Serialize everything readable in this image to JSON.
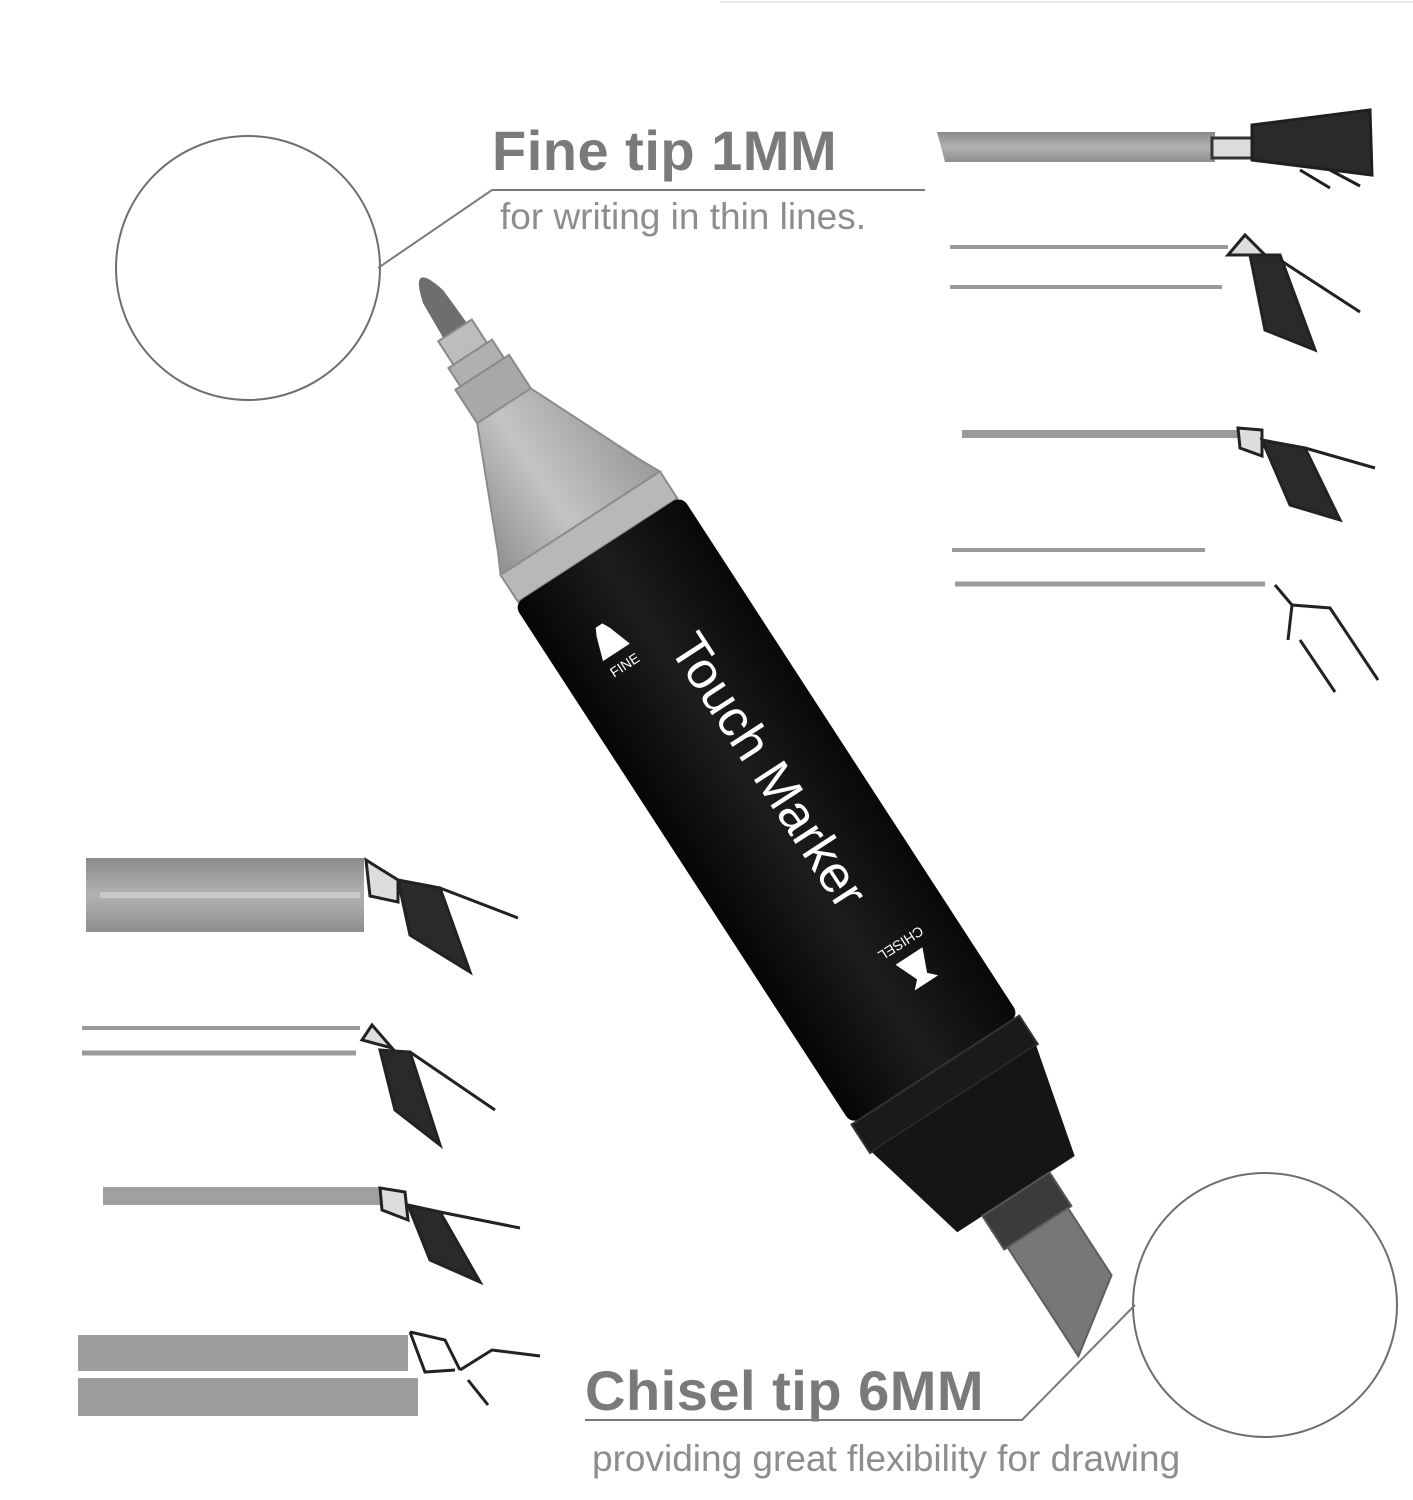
{
  "fine_tip": {
    "title": "Fine tip 1MM",
    "subtitle": "for writing in thin lines."
  },
  "chisel_tip": {
    "title": "Chisel tip 6MM",
    "subtitle": "providing great flexibility for drawing"
  },
  "marker": {
    "brand": "Touch Marker",
    "fine_badge": "FINE",
    "chisel_badge": "CHISEL"
  },
  "colors": {
    "body": "#0e0e0e",
    "cap": "#a9a9a9",
    "text": "#7a7a7a",
    "stroke": "#9a9a9a"
  }
}
